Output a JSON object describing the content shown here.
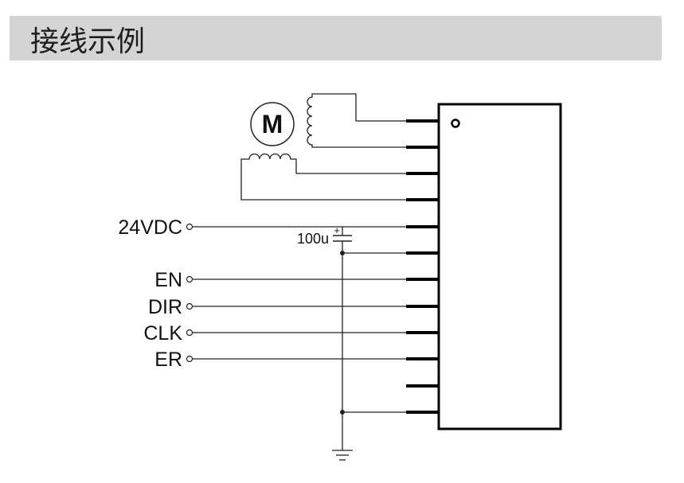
{
  "header": {
    "title": "接线示例"
  },
  "motor": {
    "label": "M"
  },
  "inputs": [
    {
      "label": "24VDC"
    },
    {
      "label": "EN"
    },
    {
      "label": "DIR"
    },
    {
      "label": "CLK"
    },
    {
      "label": "ER"
    }
  ],
  "capacitor": {
    "value": "100u",
    "polarity": "+"
  },
  "colors": {
    "header_bg": "#d4d4d4",
    "ink": "#000000",
    "background": "#ffffff"
  }
}
